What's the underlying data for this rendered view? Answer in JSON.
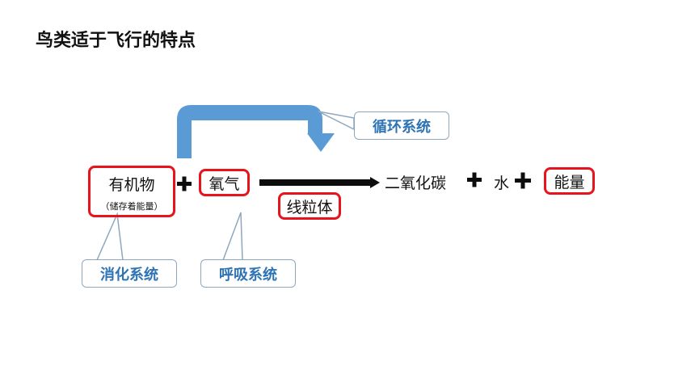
{
  "title": "鸟类适于飞行的特点",
  "diagram": {
    "organic": "有机物",
    "organic_note": "（储存着能量）",
    "oxygen": "氧气",
    "mitochondria": "线粒体",
    "co2": "二氧化碳",
    "water": "水",
    "energy": "能量",
    "circulatory": "循环系统",
    "digestive": "消化系统",
    "respiratory": "呼吸系统"
  },
  "colors": {
    "highlight": "#e8141c",
    "callout_text": "#2e74b5",
    "curved_arrow": "#5b9bd5"
  }
}
